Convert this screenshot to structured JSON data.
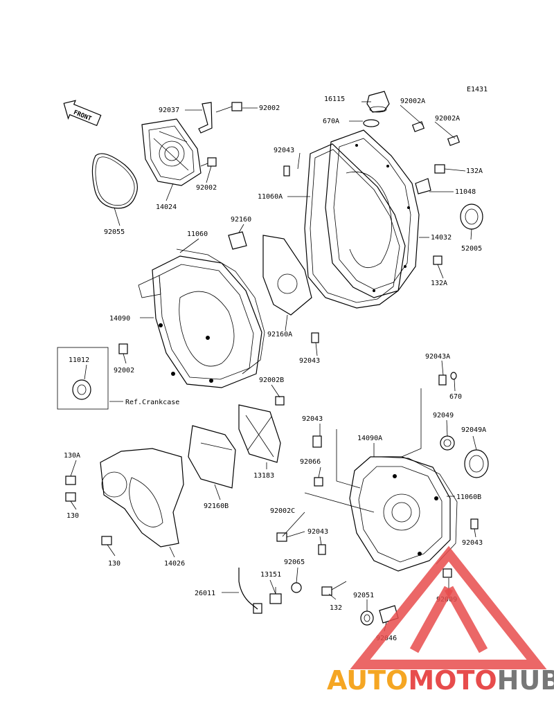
{
  "diagram_code": "E1431",
  "front_label": "FRONT",
  "ref_crankcase": "Ref.Crankcase",
  "parts": {
    "p16115": "16115",
    "p92002A_1": "92002A",
    "p670A": "670A",
    "p92002A_2": "92002A",
    "p92037": "92037",
    "p92002_top": "92002",
    "p92043_top": "92043",
    "p132A_top": "132A",
    "p11060A": "11060A",
    "p11048": "11048",
    "p14024": "14024",
    "p92002_mid": "92002",
    "p92055": "92055",
    "p92160": "92160",
    "p11060": "11060",
    "p14032": "14032",
    "p52005": "52005",
    "p132A_bot": "132A",
    "p14090": "14090",
    "p92160A": "92160A",
    "p11012": "11012",
    "p92002_left": "92002",
    "p92043_mid": "92043",
    "p92043A": "92043A",
    "p92002B": "92002B",
    "p670": "670",
    "p92049": "92049",
    "p92049A": "92049A",
    "p92043_c": "92043",
    "p14090A": "14090A",
    "p130A": "130A",
    "p92066": "92066",
    "p130_a": "130",
    "p13183": "13183",
    "p92160B": "92160B",
    "p11060B": "11060B",
    "p92002C": "92002C",
    "p92043_d": "92043",
    "p92043_e": "92043",
    "p130_b": "130",
    "p14026": "14026",
    "p92065": "92065",
    "p13151": "13151",
    "p92009": "92009",
    "p26011": "26011",
    "p92051": "92051",
    "p132_b": "132",
    "p92046": "92046"
  },
  "watermark": {
    "part1": "AUTO",
    "part2": "MOTO",
    "part3": "HUB",
    "colors": {
      "auto": "#f5a623",
      "moto": "#e74c4c",
      "hub": "#777777"
    }
  }
}
